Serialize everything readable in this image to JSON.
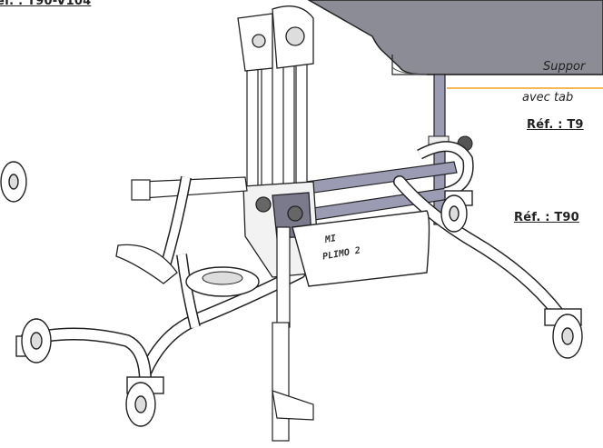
{
  "labels": {
    "ref_top_left": "éf. : T90-V104",
    "caption_line1": "Suppor",
    "caption_line2": "avec tab",
    "ref_right_1": "Réf. : T9",
    "ref_right_2": "Réf. : T90"
  },
  "frame_text": {
    "plate_brand_top": "MI",
    "plate_brand_bottom": "PLIMO 2"
  },
  "colors": {
    "leader_line": "#f0a020",
    "table_top": "#8c8c96",
    "support_post": "#9b9bb4",
    "outline": "#222222"
  }
}
